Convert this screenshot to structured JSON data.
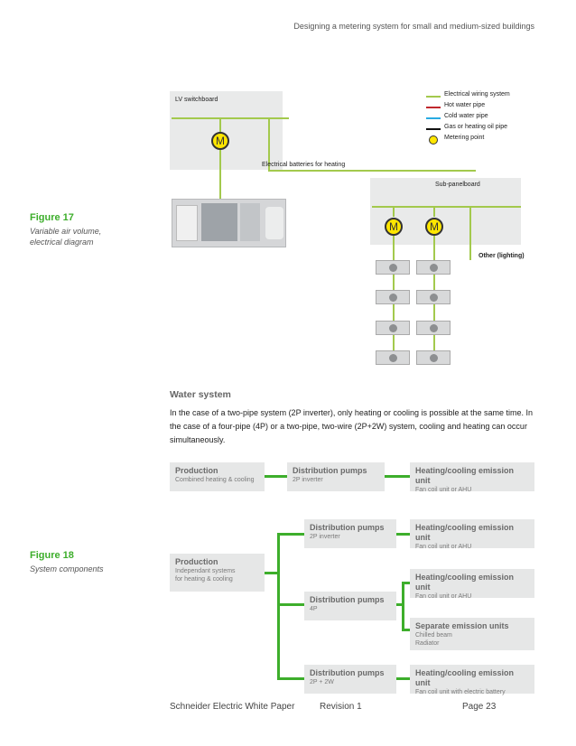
{
  "header": "Designing a metering system for small and medium-sized buildings",
  "figure17": {
    "title": "Figure 17",
    "caption": "Variable air volume, electrical diagram",
    "lv_switchboard": "LV switchboard",
    "electrical_batteries": "Electrical batteries for heating",
    "sub_panelboard": "Sub-panelboard",
    "other": "Other (lighting)",
    "meter_symbol": "M",
    "legend": [
      {
        "label": "Electrical wiring system",
        "color": "#a3c94d"
      },
      {
        "label": "Hot water pipe",
        "color": "#c0282d"
      },
      {
        "label": "Cold water pipe",
        "color": "#29abe2"
      },
      {
        "label": "Gas or heating oil pipe",
        "color": "#111111"
      },
      {
        "label": "Metering point",
        "color": "#ffe600"
      }
    ]
  },
  "water_system": {
    "title": "Water system",
    "body": "In the case of a two-pipe system (2P inverter), only heating or cooling is possible at the same time. In the case of a four-pipe (4P) or a two-pipe, two-wire (2P+2W) system, cooling and heating can occur simultaneously."
  },
  "figure18": {
    "title": "Figure 18",
    "caption": "System components",
    "row1": {
      "production": {
        "title": "Production",
        "sub": "Combined heating & cooling"
      },
      "pumps": {
        "title": "Distribution pumps",
        "sub": "2P inverter"
      },
      "emission": {
        "title": "Heating/cooling emission unit",
        "sub": "Fan coil unit or AHU"
      }
    },
    "production2": {
      "title": "Production",
      "sub": "Independant systems\nfor heating & cooling"
    },
    "pumps_2p": {
      "title": "Distribution pumps",
      "sub": "2P inverter"
    },
    "emission_2p": {
      "title": "Heating/cooling emission unit",
      "sub": "Fan coil unit or AHU"
    },
    "pumps_4p": {
      "title": "Distribution pumps",
      "sub": "4P"
    },
    "emission_4p": {
      "title": "Heating/cooling emission unit",
      "sub": "Fan coil unit or AHU"
    },
    "separate": {
      "title": "Separate emission units",
      "sub": "Chilled beam\nRadiator"
    },
    "pumps_2p2w": {
      "title": "Distribution pumps",
      "sub": "2P + 2W"
    },
    "emission_2p2w": {
      "title": "Heating/cooling emission unit",
      "sub": "Fan coil unit with electric battery"
    }
  },
  "footer": {
    "left": "Schneider Electric White Paper",
    "middle": "Revision 1",
    "right": "Page 23"
  }
}
